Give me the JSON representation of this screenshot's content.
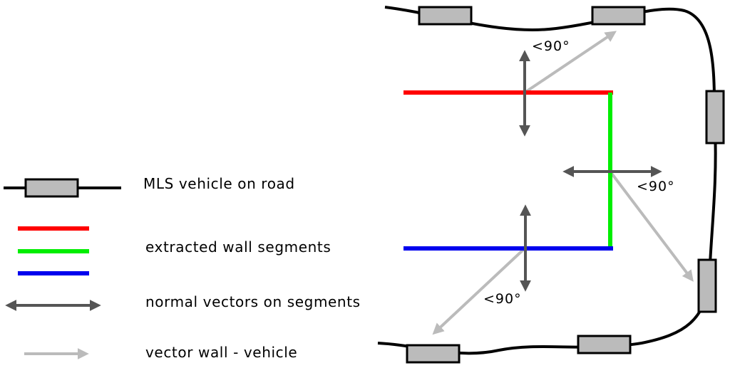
{
  "legend": {
    "vehicle": "MLS vehicle on road",
    "walls": "extracted wall segments",
    "normals": "normal vectors on segments",
    "vector": "vector wall - vehicle"
  },
  "angles": {
    "top": "<90°",
    "right": "<90°",
    "bottom": "<90°"
  },
  "colors": {
    "road": "#000000",
    "vehicle_fill": "#bbbbbb",
    "wall_red": "#ff0000",
    "wall_green": "#00ee00",
    "wall_blue": "#0000ee",
    "normal": "#555555",
    "vector": "#bbbbbb"
  }
}
